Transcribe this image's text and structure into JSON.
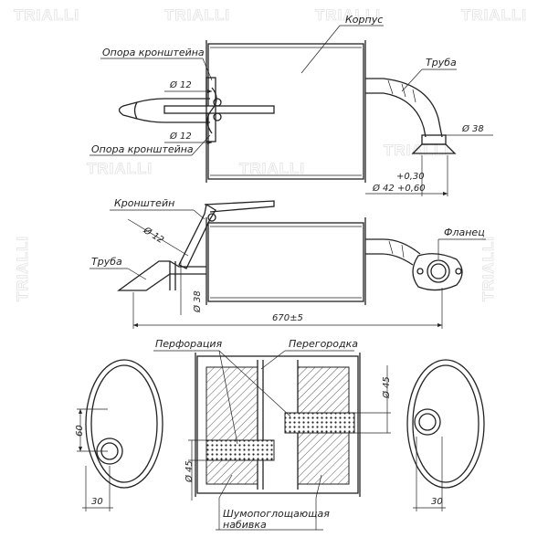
{
  "watermark": "TRIALLI",
  "labels": {
    "body": "Корпус",
    "pipe_top": "Труба",
    "bracket_support_top": "Опора кронштейна",
    "bracket_support_bottom": "Опора кронштейна",
    "bracket": "Кронштейн",
    "pipe_left": "Труба",
    "flange": "Фланец",
    "perforation": "Перфорация",
    "baffle": "Перегородка",
    "absorbent_line1": "Шумопоглощающая",
    "absorbent_line2": "набивка"
  },
  "dimensions": {
    "d12_top": "Ø 12",
    "d12_bottom": "Ø 12",
    "d38_top": "Ø 38",
    "tol_upper": "+0,30",
    "tol_lower": "Ø 42 +0,60",
    "d12_bracket": "Ø 12",
    "d38_side": "Ø 38",
    "length": "670±5",
    "d45_right": "Ø 45",
    "d45_left": "Ø 45",
    "h60": "60",
    "w30_left": "30",
    "w30_right": "30"
  }
}
